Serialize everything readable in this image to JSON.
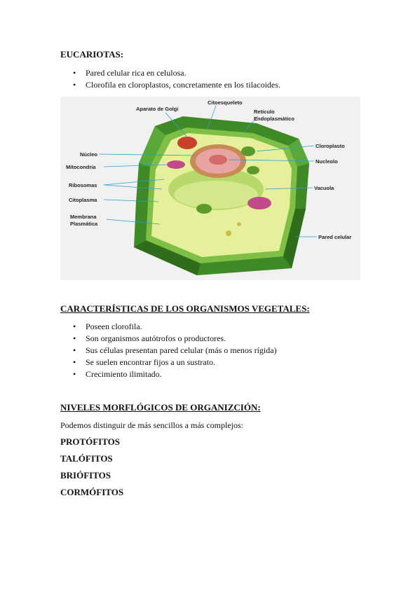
{
  "section1": {
    "title": "EUCARIOTAS:",
    "bullets": [
      "Pared celular rica en celulosa.",
      "Clorofila en cloroplastos, concretamente en los tilacoides."
    ]
  },
  "figure": {
    "labels": {
      "golgi": "Aparato de Golgi",
      "citoesqueleto": "Citoesqueleto",
      "reticulo_1": "Retículo",
      "reticulo_2": "Endoplasmático",
      "nucleo": "Núcleo",
      "mitocondria": "Mitocondria",
      "ribosomas": "Ribosomas",
      "citoplasma": "Citoplasma",
      "membrana_1": "Membrana",
      "membrana_2": "Plasmática",
      "cloroplasto": "Cloroplasto",
      "nucleolo": "Nucleolo",
      "vacuola": "Vacuola",
      "pared": "Pared celular"
    },
    "colors": {
      "wall": "#4e9a32",
      "wall_dark": "#2f6d1c",
      "cytoplasm": "#e6ef9a",
      "vacuole": "#b7d86a",
      "nucleus": "#c88b55",
      "nucleolus": "#e37b7b",
      "mitochondria": "#c24a8a",
      "background": "#f1f1f1"
    }
  },
  "section2": {
    "title": "CARACTERÍSTICAS DE LOS ORGANISMOS VEGETALES:",
    "bullets": [
      "Poseen clorofila.",
      "Son organismos autótrofos o productores.",
      "Sus células presentan pared celular (más o menos rígida)",
      "Se suelen encontrar fijos a un sustrato.",
      "Crecimiento ilimitado."
    ]
  },
  "section3": {
    "title": "NIVELES MORFLÓGICOS DE ORGANIZCIÓN:",
    "intro": "Podemos distinguir de más sencillos a más complejos:",
    "levels": [
      "PROTÓFITOS",
      "TALÓFITOS",
      "BRIÓFITOS",
      "CORMÓFITOS"
    ]
  }
}
